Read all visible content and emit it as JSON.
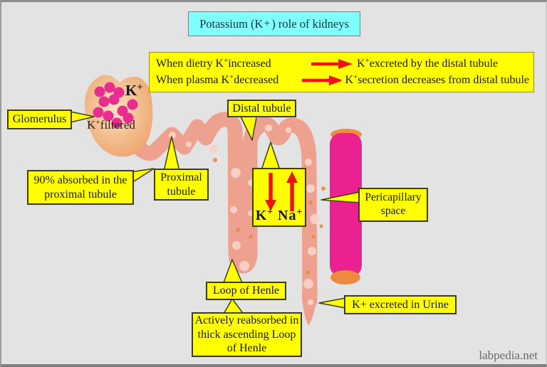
{
  "title": {
    "pre": "Potassium (K",
    "sup": "+",
    "post": ")  role of kidneys"
  },
  "info_box": {
    "rows": [
      {
        "left_pre": "When dietry K",
        "left_sup": "+",
        "left_post": "increased",
        "right_pre": "K",
        "right_sup": "+",
        "right_post": "excreted by the distal tubule"
      },
      {
        "left_pre": "When plasma K",
        "left_sup": "+",
        "left_post": "decreased",
        "right_pre": "K",
        "right_sup": "+",
        "right_post": "secretion decreases from distal tubule"
      }
    ]
  },
  "glomerulus": {
    "label": "Glomerulus",
    "k_pre": "K",
    "k_sup": "+",
    "filtered_pre": "K",
    "filtered_sup": "+",
    "filtered_post": "filtered"
  },
  "labels": {
    "absorbed": "90% absorbed in the proximal tubule",
    "proximal": "Proximal tubule",
    "distal": "Distal tubule",
    "pericapillary": "Pericapillary space",
    "loop": "Loop of Henle",
    "actively": "Actively reabsorbed in thick ascending Loop of Henle",
    "urine": "K+ excreted in Urine"
  },
  "exchange_box": {
    "k_pre": "K",
    "k_sup": "+",
    "na_pre": "Na",
    "na_sup": "+"
  },
  "watermark": "labpedia.net",
  "colors": {
    "background": "#e3e3e3",
    "callout_bg": "#ffff00",
    "title_bg": "#80ffff",
    "arrow_red": "#ee1414",
    "tubule_salmon": "#efa190",
    "capillary_magenta": "#eb2191",
    "capillary_cap_orange": "#ef8f3e",
    "filtered_dots_pink": "#e72d8f"
  }
}
